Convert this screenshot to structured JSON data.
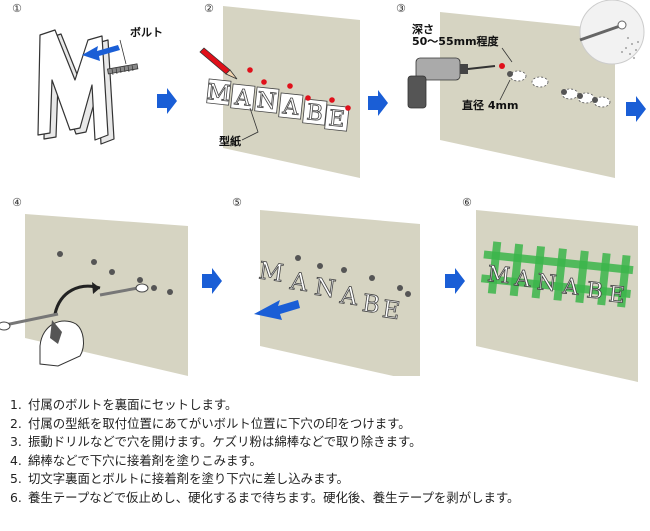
{
  "panels": {
    "p1": {
      "number": "①",
      "label_bolt": "ボルト"
    },
    "p2": {
      "number": "②",
      "letters": [
        "M",
        "A",
        "N",
        "A",
        "B",
        "E"
      ],
      "label_template": "型紙"
    },
    "p3": {
      "number": "③",
      "label_depth_1": "深さ",
      "label_depth_2": "50〜55mm程度",
      "label_diameter": "直径 4mm"
    },
    "p4": {
      "number": "④"
    },
    "p5": {
      "number": "⑤",
      "letters": [
        "M",
        "A",
        "N",
        "A",
        "B",
        "E"
      ]
    },
    "p6": {
      "number": "⑥",
      "letters": [
        "M",
        "A",
        "N",
        "A",
        "B",
        "E"
      ]
    }
  },
  "steps": [
    {
      "n": "1.",
      "text": "付属のボルトを裏面にセットします。"
    },
    {
      "n": "2.",
      "text": "付属の型紙を取付位置にあてがいボルト位置に下穴の印をつけます。"
    },
    {
      "n": "3.",
      "text": "振動ドリルなどで穴を開けます。ケズリ粉は綿棒などで取り除きます。"
    },
    {
      "n": "4.",
      "text": "綿棒などで下穴に接着剤を塗りこみます。"
    },
    {
      "n": "5.",
      "text": "切文字裏面とボルトに接着剤を塗り下穴に差し込みます。"
    },
    {
      "n": "6.",
      "text": "養生テープなどで仮止めし、硬化するまで待ちます。硬化後、養生テープを剥がします。"
    }
  ],
  "colors": {
    "wall": "#d6d4c2",
    "arrow": "#1a5ed6",
    "mark": "#e0101a",
    "tape": "#3bb54a"
  }
}
